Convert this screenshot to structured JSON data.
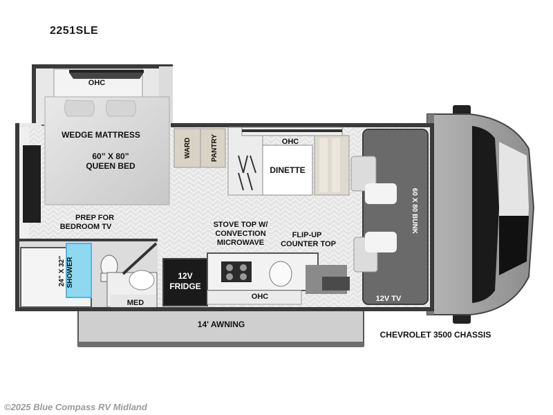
{
  "model": "2251SLE",
  "watermark": "©2025 Blue Compass RV Midland",
  "colors": {
    "wall": "#3a3a3a",
    "floor": "#e6e6e6",
    "cab": "#9a9a9a",
    "shower": "#8fd8f0"
  },
  "labels": {
    "ohc_bedroom": "OHC",
    "wedge_mattress": "WEDGE MATTRESS",
    "bed_size": "60” X 80”",
    "queen_bed": "QUEEN BED",
    "ward": "WARD",
    "pantry": "PANTRY",
    "ohc_dinette": "OHC",
    "dinette": "DINETTE",
    "bunk": "60 X 80 BUNK",
    "prep_tv_1": "PREP FOR",
    "prep_tv_2": "BEDROOM TV",
    "stove_1": "STOVE TOP W/",
    "stove_2": "CONVECTION",
    "stove_3": "MICROWAVE",
    "flip_1": "FLIP-UP",
    "flip_2": "COUNTER TOP",
    "shower_1": "24” X 32”",
    "shower_2": "SHOWER",
    "fridge_1": "12V",
    "fridge_2": "FRIDGE",
    "med": "MED",
    "ohc_kitchen": "OHC",
    "tv_12v": "12V TV",
    "awning": "14' AWNING",
    "chassis": "CHEVROLET 3500 CHASSIS"
  }
}
